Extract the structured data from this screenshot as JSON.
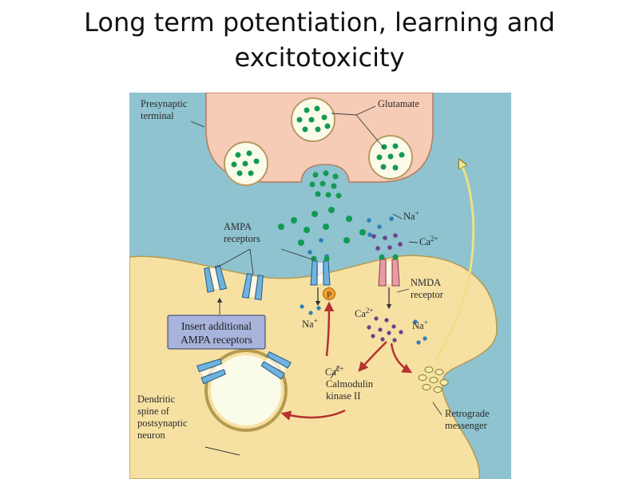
{
  "slide": {
    "title_line1": "Long term potentiation, learning and",
    "title_line2": "excitotoxicity"
  },
  "diagram": {
    "labels": {
      "presynaptic_1": "Presynaptic",
      "presynaptic_2": "terminal",
      "glutamate": "Glutamate",
      "na_top": "Na",
      "ca_top": "Ca",
      "ampa_1": "AMPA",
      "ampa_2": "receptors",
      "nmda_1": "NMDA",
      "nmda_2": "receptor",
      "p_badge": "P",
      "na_left": "Na",
      "ca_right": "Ca",
      "na_right": "Na",
      "insert_1": "Insert additional",
      "insert_2": "AMPA receptors",
      "ca_kinase": "Ca",
      "kinase_1": "Calmodulin",
      "kinase_2": "kinase II",
      "dendritic_1": "Dendritic",
      "dendritic_2": "spine of",
      "dendritic_3": "postsynaptic",
      "dendritic_4": "neuron",
      "retro_1": "Retrograde",
      "retro_2": "messenger"
    },
    "superscripts": {
      "plus": "+",
      "two_plus": "2+"
    },
    "colors": {
      "extracellular": "#8ec3cf",
      "presynaptic_fill": "#f6ccb6",
      "postsynaptic_fill": "#f6e1a3",
      "glutamate": "#129a52",
      "sodium": "#2f7fb8",
      "calcium": "#6e3f8e",
      "ampa_receptor": "#6fb3de",
      "nmda_receptor": "#e79ca6",
      "arrow_red": "#b5322f",
      "retrograde": "#eee086",
      "insert_box": "#a9b4dc",
      "phosphate": "#f1a02c"
    },
    "icons": {
      "vesicle": "glutamate-vesicle",
      "receptor": "ion-channel",
      "arrow": "pathway-arrow"
    }
  }
}
